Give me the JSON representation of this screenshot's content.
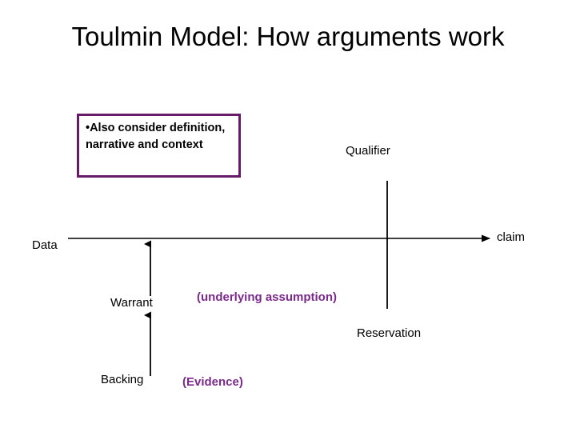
{
  "slide": {
    "title": "Toulmin Model: How arguments work",
    "background_color": "#ffffff",
    "text_color": "#000000",
    "accent_purple": "#7b2a8c",
    "border_purple": "#671a67"
  },
  "note_box": {
    "text": "•Also consider definition, narrative and context",
    "border_color": "#671a67"
  },
  "diagram": {
    "labels": {
      "qualifier": "Qualifier",
      "data": "Data",
      "claim": "claim",
      "warrant": "Warrant",
      "underlying_assumption": "(underlying assumption)",
      "reservation": "Reservation",
      "backing": "Backing",
      "evidence": "(Evidence)"
    }
  }
}
